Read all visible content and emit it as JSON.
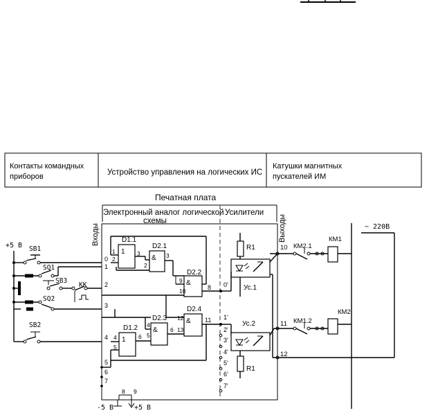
{
  "header": {
    "col1": "Контакты командных\nприборов",
    "col2": "Устройство управления на логических ИС",
    "col3": "Катушки магнитных\nпускателей ИМ"
  },
  "board_title": "Печатная плата",
  "section_logic": "Электронный аналог логической схемы",
  "section_logic_line1": "Электронный аналог логической",
  "section_logic_line2": "схемы",
  "section_amp": "Усилители",
  "inputs_label": "Входы",
  "outputs_label": "Выходы",
  "supply": {
    "plus5": "+5 В",
    "minus5": "-5 В",
    "plus5_bottom": "+5 В",
    "ac": "~ 220В"
  },
  "switches": [
    "SB1",
    "SQ1",
    "SB3",
    "KK",
    "SQ2",
    "SB2"
  ],
  "gates": {
    "d11": {
      "name": "D1.1",
      "symbol": "1"
    },
    "d21": {
      "name": "D2.1",
      "symbol": "&"
    },
    "d22": {
      "name": "D2.2",
      "symbol": "&"
    },
    "d12": {
      "name": "D1.2",
      "symbol": "1"
    },
    "d23": {
      "name": "D2.3",
      "symbol": "&"
    },
    "d24": {
      "name": "D2.4",
      "symbol": "&"
    }
  },
  "pins": {
    "in0": "0",
    "in1": "1",
    "in2": "2",
    "in3": "3",
    "in4": "4",
    "in5": "5",
    "in6": "6",
    "in7": "7",
    "d11_a": "1",
    "d11_b": "2",
    "d11_out": "3",
    "d21_b": "2",
    "d21_out": "3",
    "d22_a": "9",
    "d22_b": "10",
    "d22_out": "8",
    "d12_a": "4",
    "d12_b": "5",
    "d12_out": "6",
    "d23_a": "4",
    "d23_b": "5",
    "d23_out": "6",
    "d24_a": "12",
    "d24_b": "13",
    "d24_out": "11",
    "pwr8": "8",
    "pwr9": "9"
  },
  "amp_pins": [
    "0'",
    "1'",
    "2'",
    "3'",
    "4'",
    "5'",
    "6'",
    "7'"
  ],
  "amplifiers": {
    "u1": "Ус.1",
    "u2": "Ус.2",
    "r1a": "R1",
    "r1b": "R1"
  },
  "outputs": {
    "o10": "10",
    "o11": "11",
    "o12": "12"
  },
  "contacts": {
    "km21": "КМ2.1",
    "km12": "КМ1.2"
  },
  "coils": {
    "km1": "КМ1",
    "km2": "КМ2"
  }
}
